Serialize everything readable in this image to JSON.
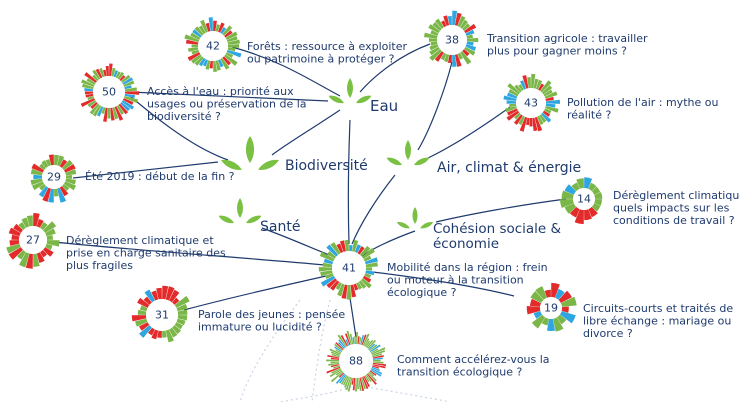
{
  "themes": [
    {
      "label": "Eau",
      "icon": "leaf-icon"
    },
    {
      "label": "Biodiversité",
      "icon": "leaf-icon"
    },
    {
      "label": "Air, climat & énergie",
      "icon": "leaf-icon"
    },
    {
      "label": "Santé",
      "icon": "leaf-icon"
    },
    {
      "label": "Cohésion sociale &",
      "label2": "économie",
      "icon": "leaf-icon"
    }
  ],
  "topics": [
    {
      "count": "42",
      "lines": [
        "Forêts : ressource à exploiter",
        "ou patrimoine à protéger ?"
      ]
    },
    {
      "count": "38",
      "lines": [
        "Transition agricole : travailler",
        "plus pour gagner moins ?"
      ]
    },
    {
      "count": "50",
      "lines": [
        "Accès à l'eau : priorité aux",
        "usages ou préservation de la",
        "biodiversité ?"
      ]
    },
    {
      "count": "43",
      "lines": [
        "Pollution de l'air : mythe ou",
        "réalité ?"
      ]
    },
    {
      "count": "29",
      "lines": [
        "Été 2019 : début de la fin ?"
      ]
    },
    {
      "count": "14",
      "lines": [
        "Dérèglement climatique :",
        "quels impacts sur les",
        "conditions de travail ?"
      ]
    },
    {
      "count": "27",
      "lines": [
        "Dérèglement climatique et",
        "prise en charge sanitaire des",
        "plus fragiles"
      ]
    },
    {
      "count": "41",
      "lines": [
        "Mobilité dans la région : frein",
        "ou moteur à la transition",
        "écologique ?"
      ]
    },
    {
      "count": "31",
      "lines": [
        "Parole des jeunes : pensée",
        "immature ou lucidité ?"
      ]
    },
    {
      "count": "19",
      "lines": [
        "Circuits-courts et traités de",
        "libre échange : mariage ou",
        "divorce ?"
      ]
    },
    {
      "count": "88",
      "lines": [
        "Comment accélérez-vous la",
        "transition écologique ?"
      ]
    }
  ],
  "colors": {
    "text": "#1f3b6e",
    "leaf": "#7ac143",
    "ring_green": "#7ab648",
    "ring_red": "#e32b2b",
    "ring_blue": "#2fa6e0"
  }
}
